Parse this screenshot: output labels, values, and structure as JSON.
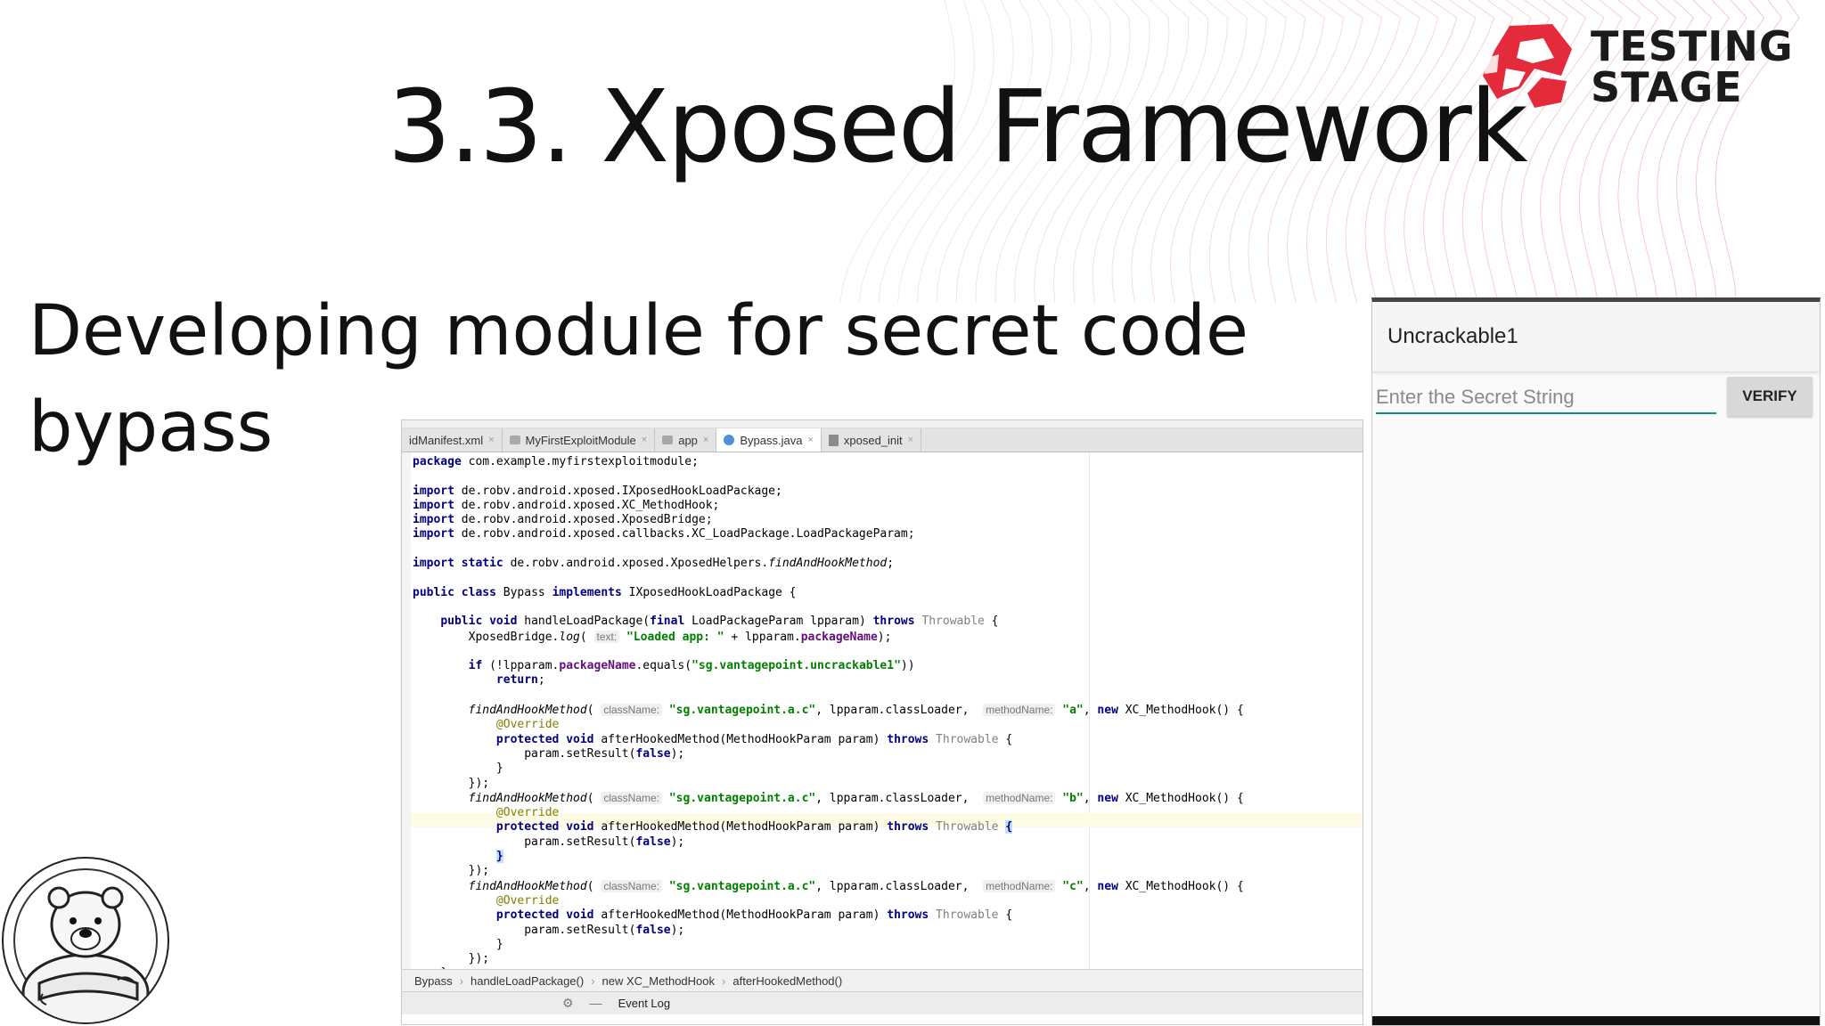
{
  "slide": {
    "title": "3.3. Xposed Framework",
    "subtitle": "Developing module for secret code bypass",
    "logo_line1": "TESTING",
    "logo_line2": "STAGE"
  },
  "ide": {
    "tabs": [
      {
        "label": "idManifest.xml",
        "icon": "xml-file-icon",
        "active": false
      },
      {
        "label": "MyFirstExploitModule",
        "icon": "folder-icon",
        "active": false
      },
      {
        "label": "app",
        "icon": "folder-icon",
        "active": false
      },
      {
        "label": "Bypass.java",
        "icon": "java-class-icon",
        "active": true
      },
      {
        "label": "xposed_init",
        "icon": "file-icon",
        "active": false
      }
    ],
    "tab_close_glyph": "×",
    "code": {
      "package_kw": "package",
      "package_name": " com.example.myfirstexploitmodule;",
      "import_kw": "import",
      "import_1": " de.robv.android.xposed.IXposedHookLoadPackage;",
      "import_2": " de.robv.android.xposed.XC_MethodHook;",
      "import_3": " de.robv.android.xposed.XposedBridge;",
      "import_4": " de.robv.android.xposed.callbacks.XC_LoadPackage.LoadPackageParam;",
      "static_kw": "static",
      "static_path": " de.robv.android.xposed.XposedHelpers.",
      "find_method": "findAndHookMethod",
      "public_kw": "public",
      "class_kw": "class",
      "class_name": " Bypass ",
      "implements_kw": "implements",
      "iface": " IXposedHookLoadPackage {",
      "void_kw": "void",
      "handle_sig": " handleLoadPackage(",
      "final_kw": "final",
      "handle_param": " LoadPackageParam lpparam) ",
      "throws_kw": "throws",
      "throwable": "Throwable",
      "open_brace": " {",
      "bridge": "XposedBridge.",
      "log": "log",
      "hint_text": "text:",
      "loaded_str": "\"Loaded app: \"",
      "plus_lpparam": " + lpparam.",
      "package_field": "packageName",
      "if_kw": "if",
      "not_lpparam": " (!lpparam.",
      "equals_call": ".equals(",
      "sg_pkg_str_a": "\"sg.",
      "vantagepoint": "vantagepoint",
      "uncrack_str": ".uncrackable1\"",
      "close_if": "))",
      "return_kw": "return",
      "class_name_hint": "className:",
      "class_str_end": ".a.c\"",
      "class_loader": ", lpparam.classLoader,",
      "method_name_hint": "methodName:",
      "method_a": "\"a\"",
      "method_b": "\"b\"",
      "method_c": "\"c\"",
      "new_kw": "new",
      "xc_hook": " XC_MethodHook() {",
      "override": "@Override",
      "protected_kw": "protected",
      "after_sig": " afterHookedMethod(MethodHookParam param) ",
      "set_result": "param.setResult(",
      "false_kw": "false",
      "close_call": ");",
      "close_brace": "}",
      "close_hook": "});"
    },
    "breadcrumb": [
      "Bypass",
      "handleLoadPackage()",
      "new XC_MethodHook",
      "afterHookedMethod()"
    ],
    "breadcrumb_sep": "›",
    "status_icons": [
      "gear-icon",
      "minimize-icon"
    ],
    "event_log": "Event Log"
  },
  "phone": {
    "app_title": "Uncrackable1",
    "input_placeholder": "Enter the Secret String",
    "input_value": "",
    "verify_label": "VERIFY",
    "accent_color": "#009688"
  }
}
